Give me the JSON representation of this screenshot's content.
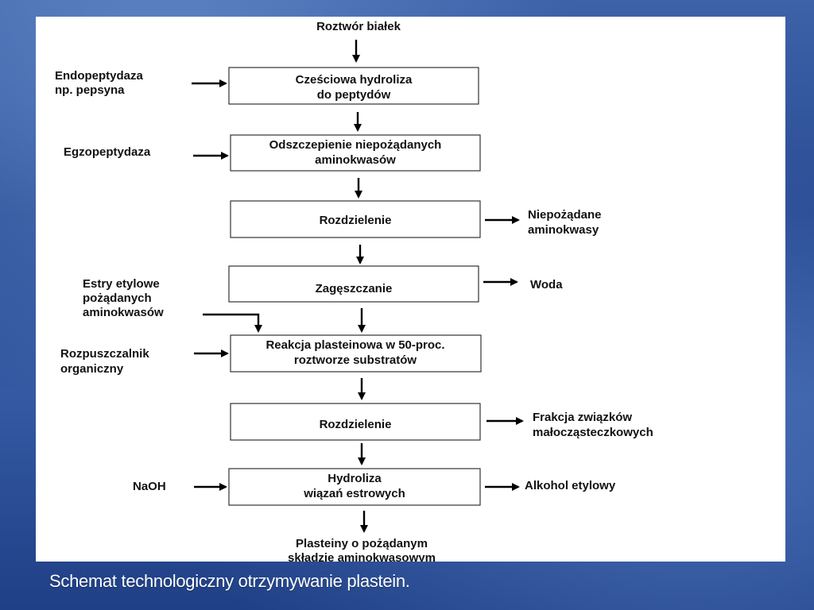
{
  "diagram": {
    "top_input": "Roztwór białek",
    "steps": [
      [
        "Cześciowa hydroliza",
        "do  peptydów"
      ],
      [
        "Odszczepienie niepożądanych",
        "aminokwasów"
      ],
      [
        "Rozdzielenie"
      ],
      [
        "Zagęszczanie"
      ],
      [
        "Reakcja plasteinowa w 50-proc.",
        "roztworze substratów"
      ],
      [
        "Rozdzielenie"
      ],
      [
        "Hydroliza",
        "wiązań estrowych"
      ]
    ],
    "inputs": [
      [
        "Endopeptydaza",
        "np. pepsyna"
      ],
      [
        "Egzopeptydaza"
      ],
      [
        "Estry etylowe",
        "pożądanych",
        "aminokwasów"
      ],
      [
        "Rozpuszczalnik",
        "organiczny"
      ],
      [
        "NaOH"
      ]
    ],
    "outputs": [
      [
        "Niepożądane",
        " aminokwasy"
      ],
      [
        "Woda"
      ],
      [
        "Frakcja związków",
        "małocząsteczkowych"
      ],
      [
        "Alkohol etylowy"
      ]
    ],
    "final_output": [
      "Plasteiny o pożądanym",
      "składzie aminokwasowym"
    ]
  },
  "caption": "Schemat technologiczny otrzymywanie plastein."
}
